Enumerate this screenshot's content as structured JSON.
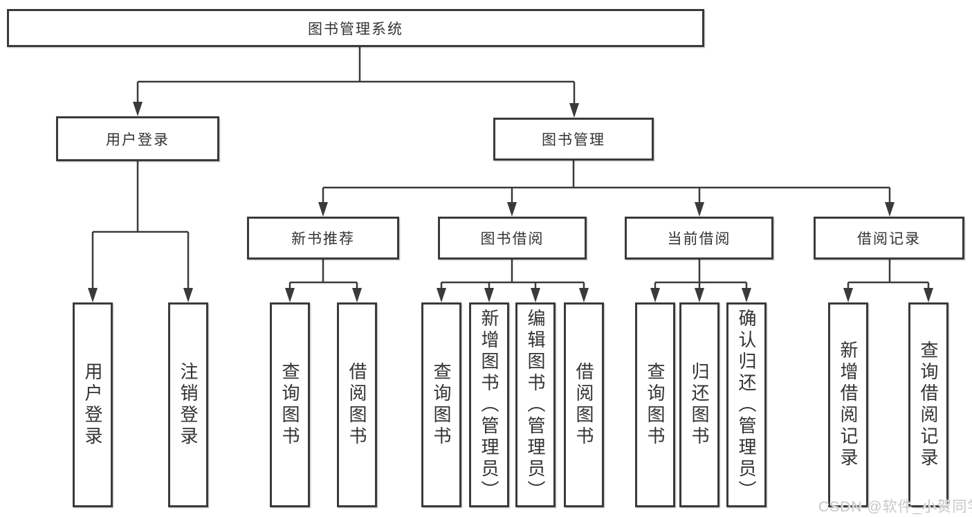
{
  "diagram": {
    "title": "图书管理系统",
    "tree": {
      "label": "图书管理系统",
      "children": [
        {
          "label": "用户登录",
          "children": [
            {
              "label": "用户登录"
            },
            {
              "label": "注销登录"
            }
          ]
        },
        {
          "label": "图书管理",
          "children": [
            {
              "label": "新书推荐",
              "children": [
                {
                  "label": "查询图书"
                },
                {
                  "label": "借阅图书"
                }
              ]
            },
            {
              "label": "图书借阅",
              "children": [
                {
                  "label": "查询图书"
                },
                {
                  "label": "新增图书（管理员）"
                },
                {
                  "label": "编辑图书（管理员）"
                },
                {
                  "label": "借阅图书"
                }
              ]
            },
            {
              "label": "当前借阅",
              "children": [
                {
                  "label": "查询图书"
                },
                {
                  "label": "归还图书"
                },
                {
                  "label": "确认归还（管理员）"
                }
              ]
            },
            {
              "label": "借阅记录",
              "children": [
                {
                  "label": "新增借阅记录"
                },
                {
                  "label": "查询借阅记录"
                }
              ]
            }
          ]
        }
      ]
    },
    "colors": {
      "line": "#3a3a3a",
      "text": "#333333",
      "background": "#ffffff",
      "watermark": "#c7c7c7"
    }
  },
  "watermark": {
    "text": "CSDN @软件_小贺同学"
  }
}
